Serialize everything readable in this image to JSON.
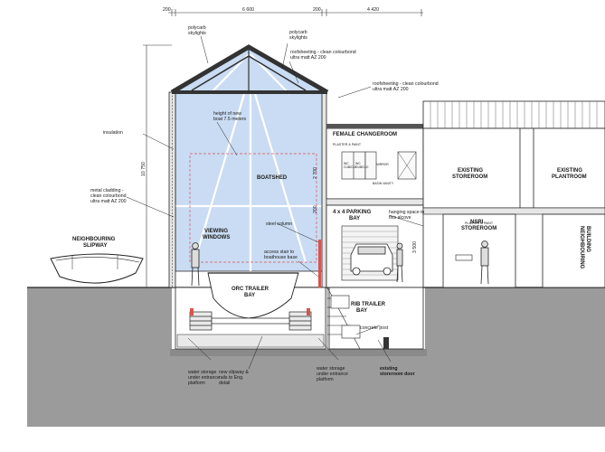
{
  "dimensions": {
    "d1": "200",
    "d2": "6 600",
    "d3": "200",
    "d4": "4 420",
    "h_total": "10 750",
    "h_mid": "2 700",
    "h_low": "3 500",
    "h_small": "200"
  },
  "notes": {
    "polycarb_left": [
      "polycarb",
      "skylights"
    ],
    "polycarb_right": [
      "polycarb",
      "skylights"
    ],
    "roofsheeting_1": [
      "roofsheeting - clean colourbond",
      "ultra matt AZ 200"
    ],
    "roofsheeting_2": [
      "roofsheeting - clean colourbond",
      "ultra matt AZ 200"
    ],
    "insulation": "insulation",
    "metal_cladding": [
      "metal cladding -",
      "clean colourbond",
      "ultra matt AZ 200"
    ],
    "boat_height": [
      "height of new",
      "boat 7.5 meters"
    ],
    "steel_column": "steel column",
    "access_stair": [
      "access stair to",
      "boathouse base"
    ],
    "hanging_space": [
      "hanging space in",
      "this alcove"
    ],
    "concrete_post": "concrete post",
    "water_storage_left": [
      "water storage",
      "under entrance",
      "platform"
    ],
    "new_slipway": [
      "new slipway &",
      "rails to Eng.",
      "detail"
    ],
    "water_storage_right": [
      "water storage",
      "under entrance",
      "platform"
    ],
    "existing_door": [
      "existing",
      "storeroom door"
    ],
    "plaster_paint_1": "PLASTER & PAINT",
    "plaster_paint_2": "PLASTER & PAINT",
    "wc_cubicle_1": [
      "WC",
      "CUBICLE"
    ],
    "wc_cubicle_2": [
      "WC",
      "CUBICLE"
    ],
    "mirror": "MIRROR",
    "basin_vanity": "BASIN VANITY"
  },
  "rooms": {
    "boatshed": "BOATSHED",
    "female_changeroom": "FEMALE CHANGEROOM",
    "viewing_windows": [
      "VIEWING",
      "WINDOWS"
    ],
    "parking_bay": [
      "4 x 4 PARKING",
      "BAY"
    ],
    "orc_trailer": [
      "ORC TRAILER",
      "BAY"
    ],
    "rib_trailer": [
      "RIB TRAILER",
      "BAY"
    ],
    "nsri_storeroom": [
      "NSRI",
      "STOREROOM"
    ],
    "existing_storeroom": [
      "EXISTING",
      "STOREROOM"
    ],
    "existing_plantroom": [
      "EXISTING",
      "PLANTROOM"
    ],
    "neighbouring_slipway": [
      "NEIGHBOURING",
      "SLIPWAY"
    ],
    "neighbouring_building": [
      "NEIGHBOURING",
      "BUILDING"
    ]
  },
  "colors": {
    "glass": "#c9dcf3",
    "ground": "#9b9b9b",
    "structure": "#3a3a3a",
    "line": "#222222"
  }
}
